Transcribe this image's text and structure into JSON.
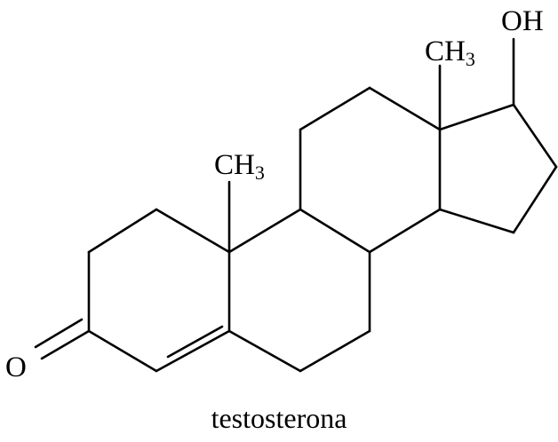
{
  "molecule": {
    "caption": "testosterona",
    "labels": {
      "oh": "OH",
      "ch3_c18_main": "CH",
      "ch3_c18_sub": "3",
      "ch3_c19_main": "CH",
      "ch3_c19_sub": "3",
      "ketone_o": "O"
    }
  }
}
